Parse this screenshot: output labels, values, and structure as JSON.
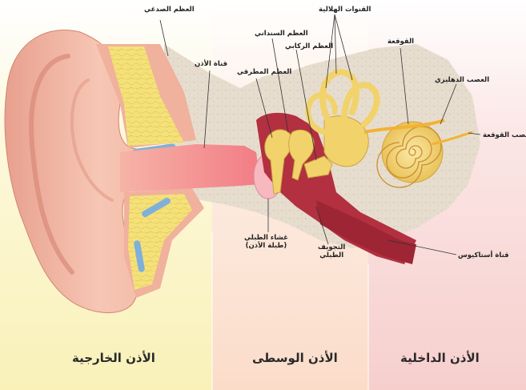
{
  "regions": {
    "outer": "الأذن الخارجية",
    "middle": "الأذن الوسطى",
    "inner": "الأذن الداخلية"
  },
  "labels": {
    "temporal_bone": "العظم الصدغي",
    "ear_canal": "قناة الأذن",
    "incus": "العظم السنداني",
    "stapes": "العظم الركابي",
    "malleus": "العظم المطرقي",
    "semicircular_canals": "القنوات الهلالية",
    "cochlea": "القوقعة",
    "vestibular_nerve": "العصب الدهليزي",
    "cochlear_nerve": "عصب القوقعة",
    "eustachian_tube": "قناة أستاكيوس",
    "tympanic_membrane_line1": "غشاء الطبلي",
    "tympanic_membrane_line2": "(طبلة الأذن)",
    "tympanic_cavity_line1": "التجويف",
    "tympanic_cavity_line2": "الطبلي"
  },
  "colors": {
    "outer_band": "#fbf5c9",
    "middle_band": "#fbe3d3",
    "inner_band": "#f8d6d4",
    "skin": "#f2b7a2",
    "skin_shadow": "#d98a78",
    "bone": "#e6dccd",
    "cartilage_yellow": "#f3df72",
    "canal_pink": "#f08b8f",
    "cavity_red": "#b33040",
    "ossicle_gold": "#f2d36b",
    "vessel_blue": "#7fb0d9"
  }
}
